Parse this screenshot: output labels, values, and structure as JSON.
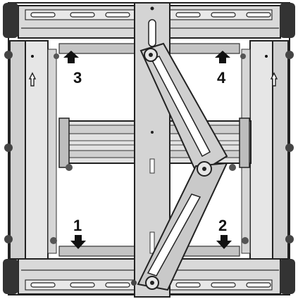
{
  "labels": {
    "n1": "1",
    "n2": "2",
    "n3": "3",
    "n4": "4"
  },
  "colors": {
    "frame_fill": "#d9d9d9",
    "frame_dark": "#222222",
    "panel_fill": "#c4c4c4",
    "arm_fill": "#cfcfcf",
    "slot_fill": "#ffffff",
    "background": "#ffffff"
  },
  "icons": {
    "side_arrow_left": "up-arrow-outline-icon",
    "side_arrow_right": "up-arrow-outline-icon",
    "mount_arrows_top": "up-arrow-icon",
    "mount_arrows_bottom": "down-arrow-icon"
  }
}
